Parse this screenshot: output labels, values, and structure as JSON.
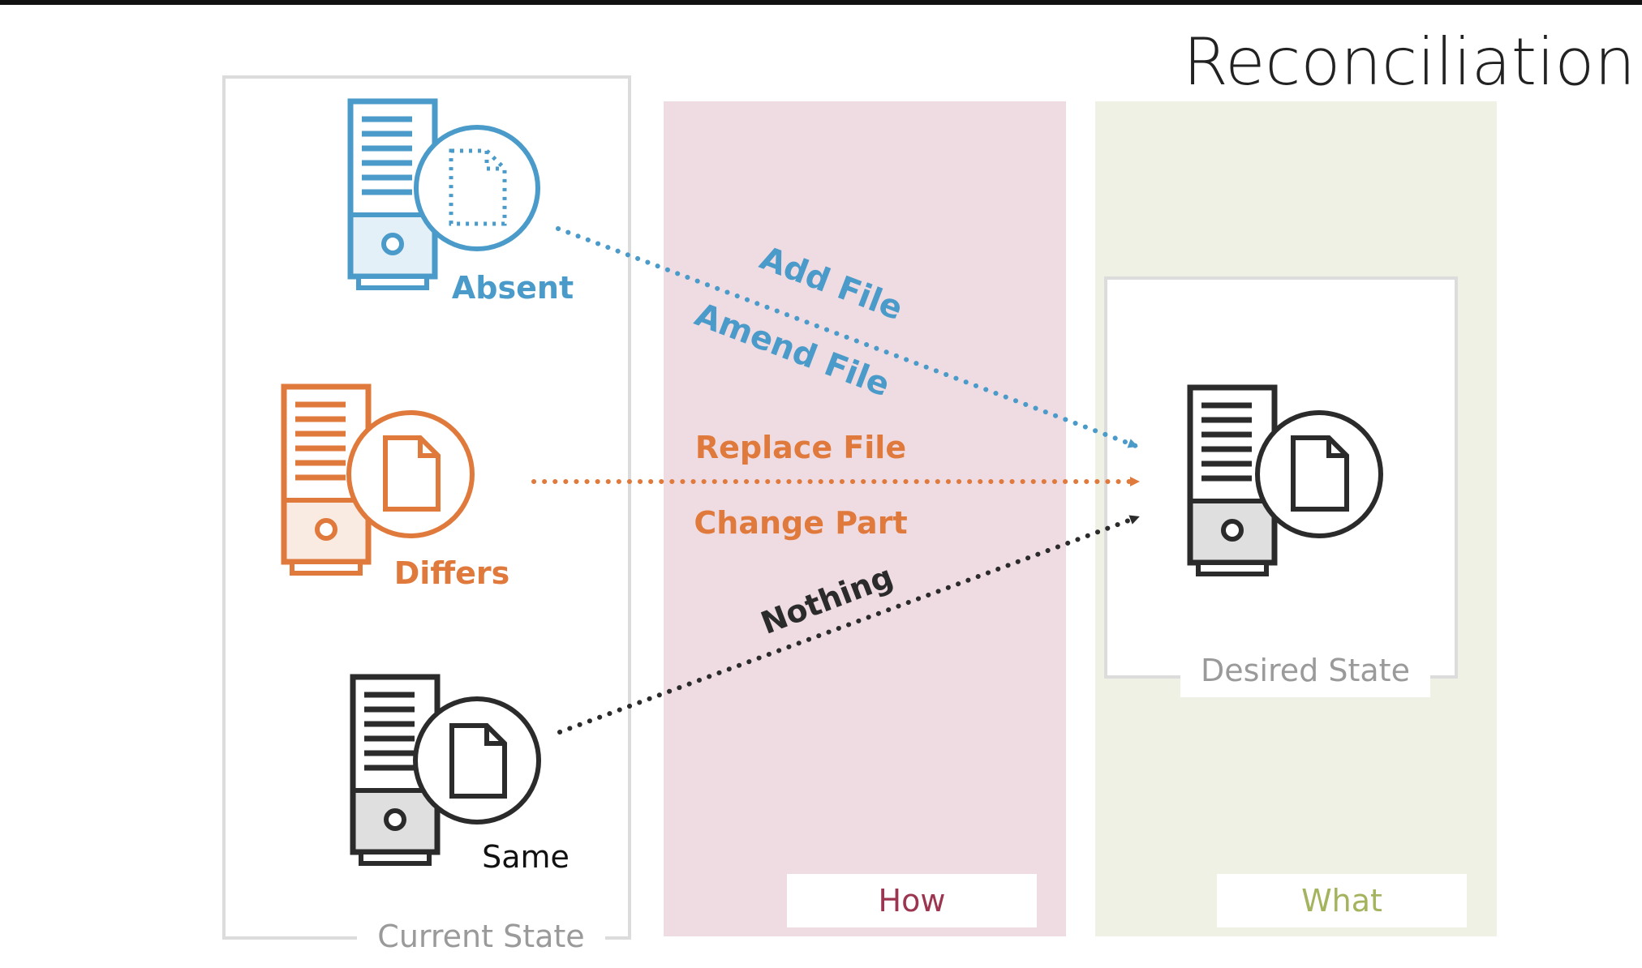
{
  "title": "Reconciliation",
  "columns": {
    "current": {
      "label": "Current State"
    },
    "how": {
      "label": "How"
    },
    "what": {
      "label": "What"
    }
  },
  "desired": {
    "label": "Desired State"
  },
  "current_items": [
    {
      "label": "Absent",
      "color": "#4a9bc9"
    },
    {
      "label": "Differs",
      "color": "#e07a3c"
    },
    {
      "label": "Same",
      "color": "#2b2b2b"
    }
  ],
  "actions": {
    "add_file": "Add File",
    "amend_file": "Amend File",
    "replace_file": "Replace File",
    "change_part": "Change Part",
    "nothing": "Nothing"
  },
  "colors": {
    "how_panel": "#efdbe2",
    "what_panel": "#eef1e4",
    "how_text": "#9b3550",
    "what_text": "#a3b35e",
    "border": "#dcdcdc",
    "muted_text": "#9a9a9a",
    "top_bar": "#111111"
  }
}
